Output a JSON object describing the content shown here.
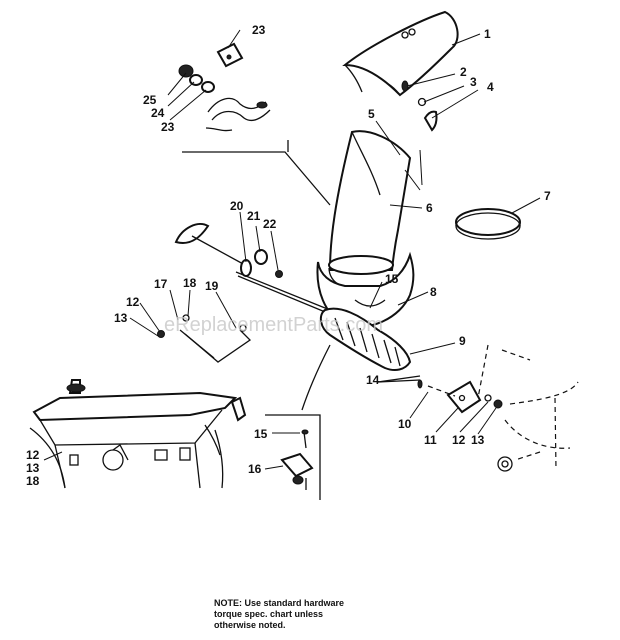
{
  "diagram": {
    "callouts": [
      "1",
      "2",
      "3",
      "4",
      "5",
      "6",
      "7",
      "8",
      "9",
      "10",
      "11",
      "12",
      "13",
      "14",
      "15",
      "16",
      "17",
      "18",
      "19",
      "20",
      "21",
      "22",
      "23",
      "24",
      "25"
    ],
    "callout_12_13_18_stack": [
      "12",
      "13",
      "18"
    ]
  },
  "note": {
    "text": "NOTE: Use standard hardware\ntorque spec. chart unless\notherwise noted."
  },
  "watermark": {
    "text": "eReplacementParts.com"
  }
}
